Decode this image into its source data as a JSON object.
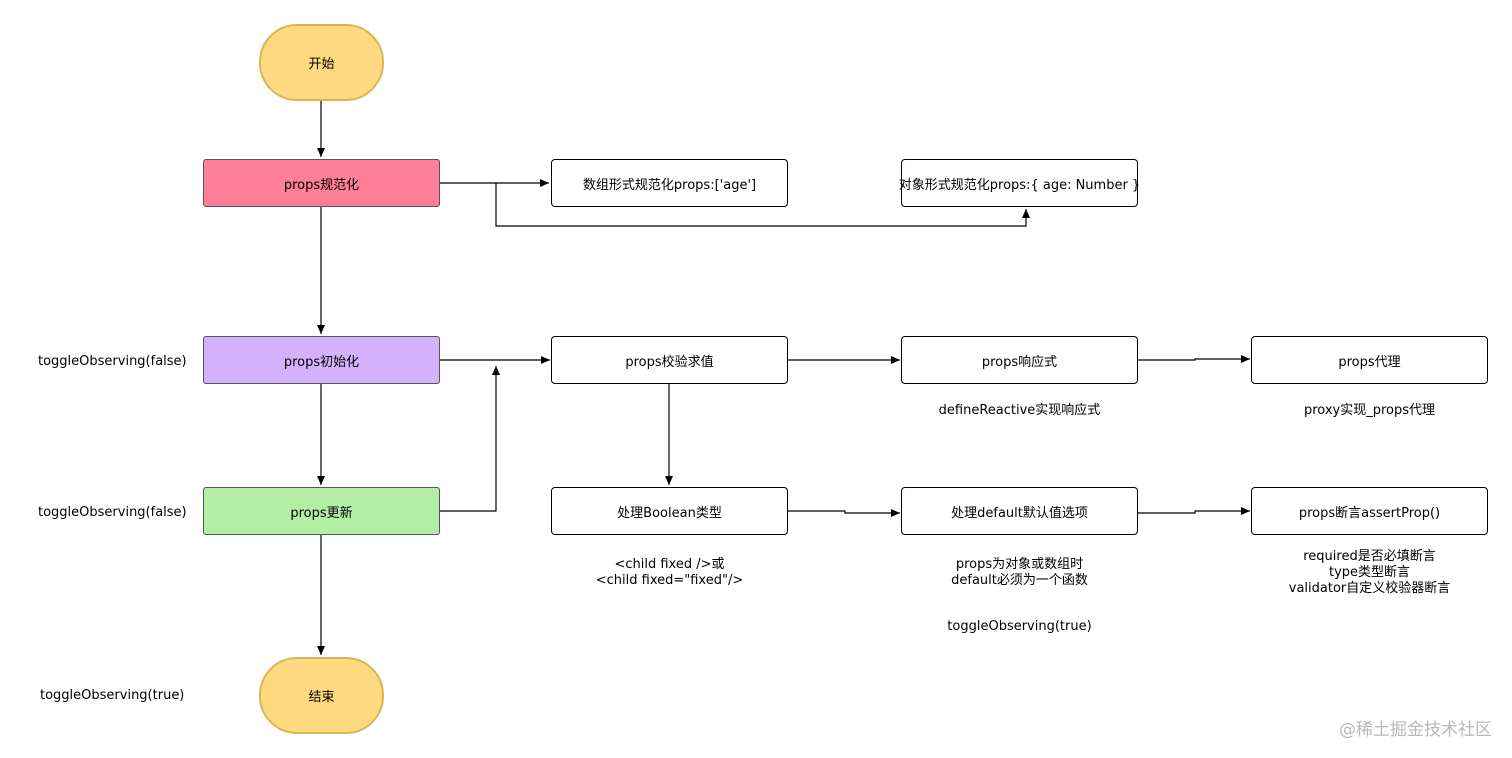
{
  "colors": {
    "terminal_fill": "#ffd97f",
    "terminal_border": "#d6b656",
    "normalize_fill": "#ff7f98",
    "init_fill": "#d5b1fb",
    "update_fill": "#b3f0a5",
    "box_border": "#000000",
    "arrow": "#000000",
    "watermark": "#b8b8b8"
  },
  "main_flow": {
    "start": "开始",
    "normalize": "props规范化",
    "init": "props初始化",
    "update": "props更新",
    "end": "结束"
  },
  "side_labels": {
    "init_observing": "toggleObserving(false)",
    "update_observing": "toggleObserving(false)",
    "end_observing": "toggleObserving(true)"
  },
  "normalize_branch": {
    "array_form": "数组形式规范化props:['age']",
    "object_form": "对象形式规范化props:{ age: Number }"
  },
  "process_row": {
    "validate": "props校验求值",
    "reactive": "props响应式",
    "reactive_note": "defineReactive实现响应式",
    "proxy": "props代理",
    "proxy_note": "proxy实现_props代理"
  },
  "validate_row": {
    "boolean": "处理Boolean类型",
    "boolean_note": [
      "<child fixed />或",
      "<child fixed=\"fixed\"/>"
    ],
    "default": "处理default默认值选项",
    "default_note": [
      "props为对象或数组时",
      "default必须为一个函数"
    ],
    "default_observing": "toggleObserving(true)",
    "assert": "props断言assertProp()",
    "assert_note": [
      "required是否必填断言",
      "type类型断言",
      "validator自定义校验器断言"
    ]
  },
  "watermark": "@稀土掘金技术社区"
}
